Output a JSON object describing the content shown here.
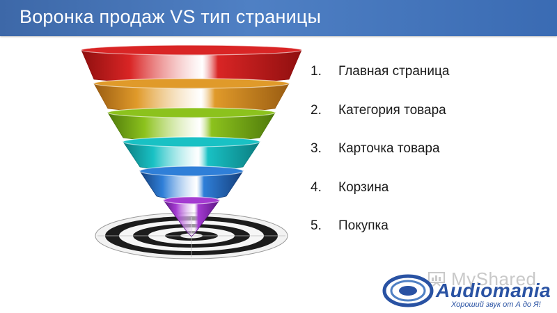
{
  "slide": {
    "title": "Воронка продаж VS тип страницы"
  },
  "funnel": {
    "stages": [
      {
        "color": "#d92525",
        "shade": "#8f0f0f"
      },
      {
        "color": "#e09a2a",
        "shade": "#9a5d12"
      },
      {
        "color": "#8cc21d",
        "shade": "#4f7a0b"
      },
      {
        "color": "#19c1c4",
        "shade": "#0b7d80"
      },
      {
        "color": "#2f7fd8",
        "shade": "#153f7c"
      },
      {
        "color": "#a43ad1",
        "shade": "#5c1584"
      }
    ]
  },
  "list": {
    "items": [
      {
        "num": "1.",
        "label": "Главная страница"
      },
      {
        "num": "2.",
        "label": "Категория товара"
      },
      {
        "num": "3.",
        "label": "Карточка товара"
      },
      {
        "num": "4.",
        "label": "Корзина"
      },
      {
        "num": "5.",
        "label": "Покупка"
      }
    ]
  },
  "watermark": {
    "text": "MyShared",
    "icon": "presentation-board-icon"
  },
  "logo": {
    "name": "Audiomania",
    "tagline": "Хороший звук от А до Я!",
    "icon": "swoosh-ring-icon",
    "color": "#2952a3"
  }
}
